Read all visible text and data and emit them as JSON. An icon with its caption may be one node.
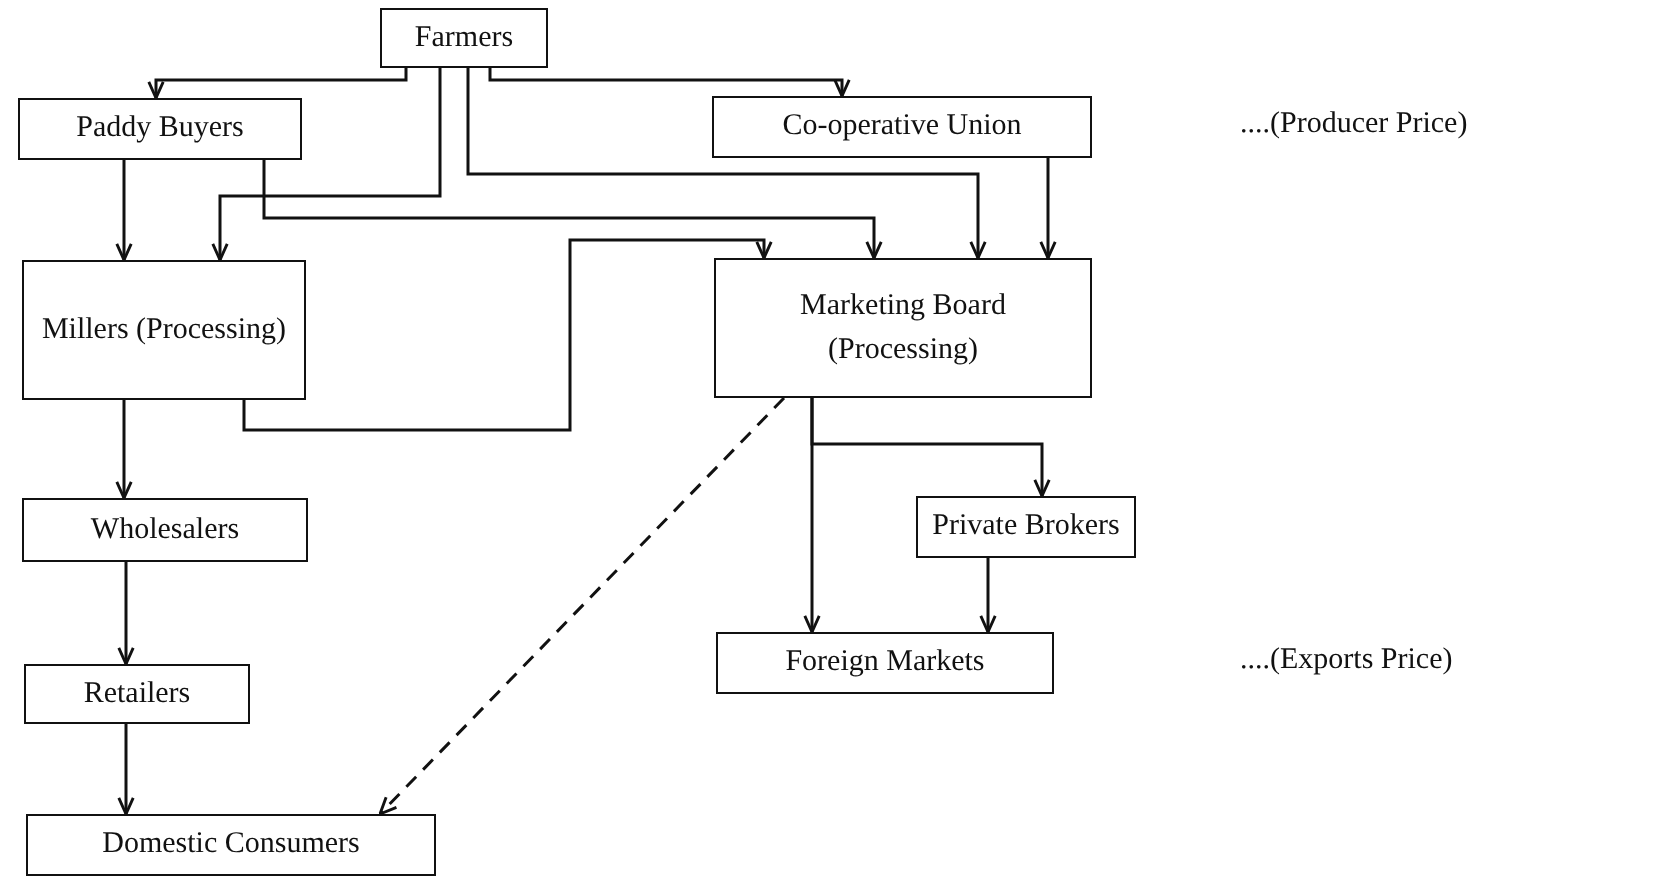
{
  "diagram": {
    "nodes": [
      {
        "text": [
          "Farmers"
        ]
      },
      {
        "text": [
          "Paddy Buyers"
        ]
      },
      {
        "text": [
          "Co-operative Union"
        ]
      },
      {
        "text": [
          "Millers (Processing)"
        ]
      },
      {
        "text": [
          "Marketing Board (Processing)"
        ]
      },
      {
        "text": [
          "Wholesalers"
        ]
      },
      {
        "text": [
          "Private Brokers"
        ]
      },
      {
        "text": [
          "Retailers"
        ]
      },
      {
        "text": [
          "Foreign Markets"
        ]
      },
      {
        "text": [
          "Domestic Consumers"
        ]
      }
    ],
    "edges": [
      {
        "from": 0,
        "to": 1,
        "arrow": "to"
      },
      {
        "from": 0,
        "to": 2,
        "arrow": "to"
      },
      {
        "from": 0,
        "to": 3,
        "arrow": "to"
      },
      {
        "from": 0,
        "to": 4,
        "arrow": "to"
      },
      {
        "from": 1,
        "to": 3,
        "arrow": "to"
      },
      {
        "from": 1,
        "to": 4,
        "arrow": "to"
      },
      {
        "from": 2,
        "to": 4,
        "arrow": "to"
      },
      {
        "from": 3,
        "to": 4,
        "arrow": "to"
      },
      {
        "from": 3,
        "to": 5,
        "arrow": "to"
      },
      {
        "from": 4,
        "to": 9,
        "arrow": "to",
        "style": "dashed"
      },
      {
        "from": 4,
        "to": 8,
        "arrow": "to"
      },
      {
        "from": 4,
        "to": 6,
        "arrow": "to"
      },
      {
        "from": 6,
        "to": 8,
        "arrow": "to"
      },
      {
        "from": 5,
        "to": 7,
        "arrow": "to"
      },
      {
        "from": 7,
        "to": 9,
        "arrow": "to"
      }
    ],
    "labels": [
      "....(Producer Price)",
      "....(Exports Price)"
    ]
  }
}
